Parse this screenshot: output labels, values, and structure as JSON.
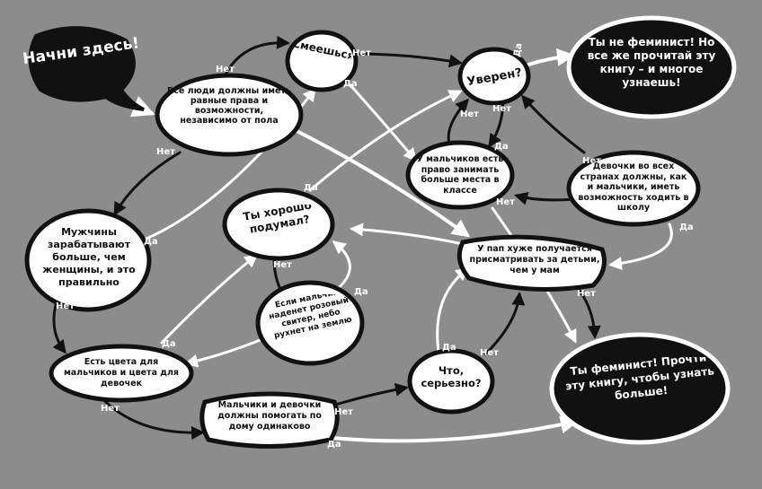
{
  "nodes": {
    "start": "Начни здесь!",
    "equal_rights": "Все люди должны иметь равные права и возможности, независимо от пола",
    "laughing": "Смеешься?",
    "sure": "Уверен?",
    "not_feminist": "Ты не феминист! Но все же прочитай эту книгу – и многое узнаешь!",
    "men_earn": "Мужчины зарабатывают больше, чем женщины, и это правильно",
    "thought_well": "Ты хорошо подумал?",
    "boys_space": "У мальчиков есть право занимать больше места в классе",
    "girls_school": "Девочки во всех странах должны, как и мальчики, иметь возможность ходить в школу",
    "dads_worse": "У пап хуже получается присматривать за детьми, чем у мам",
    "pink_sweater": "Если мальчик наденет розовый свитер, небо рухнет на землю",
    "colors": "Есть цвета для мальчиков и цвета для девочек",
    "housework": "Мальчики и девочки должны помогать по дому одинаково",
    "seriously": "Что, серьезно?",
    "feminist": "Ты феминист! Прочти эту книгу, чтобы узнать больше!"
  },
  "labels": {
    "yes": "Да",
    "no": "Нет"
  },
  "colors": {
    "background": "#8c8c8c",
    "node_fill": "#ffffff",
    "node_stroke": "#111111",
    "result_fill": "#111111",
    "result_text": "#ffffff",
    "arrow": "#ffffff"
  }
}
